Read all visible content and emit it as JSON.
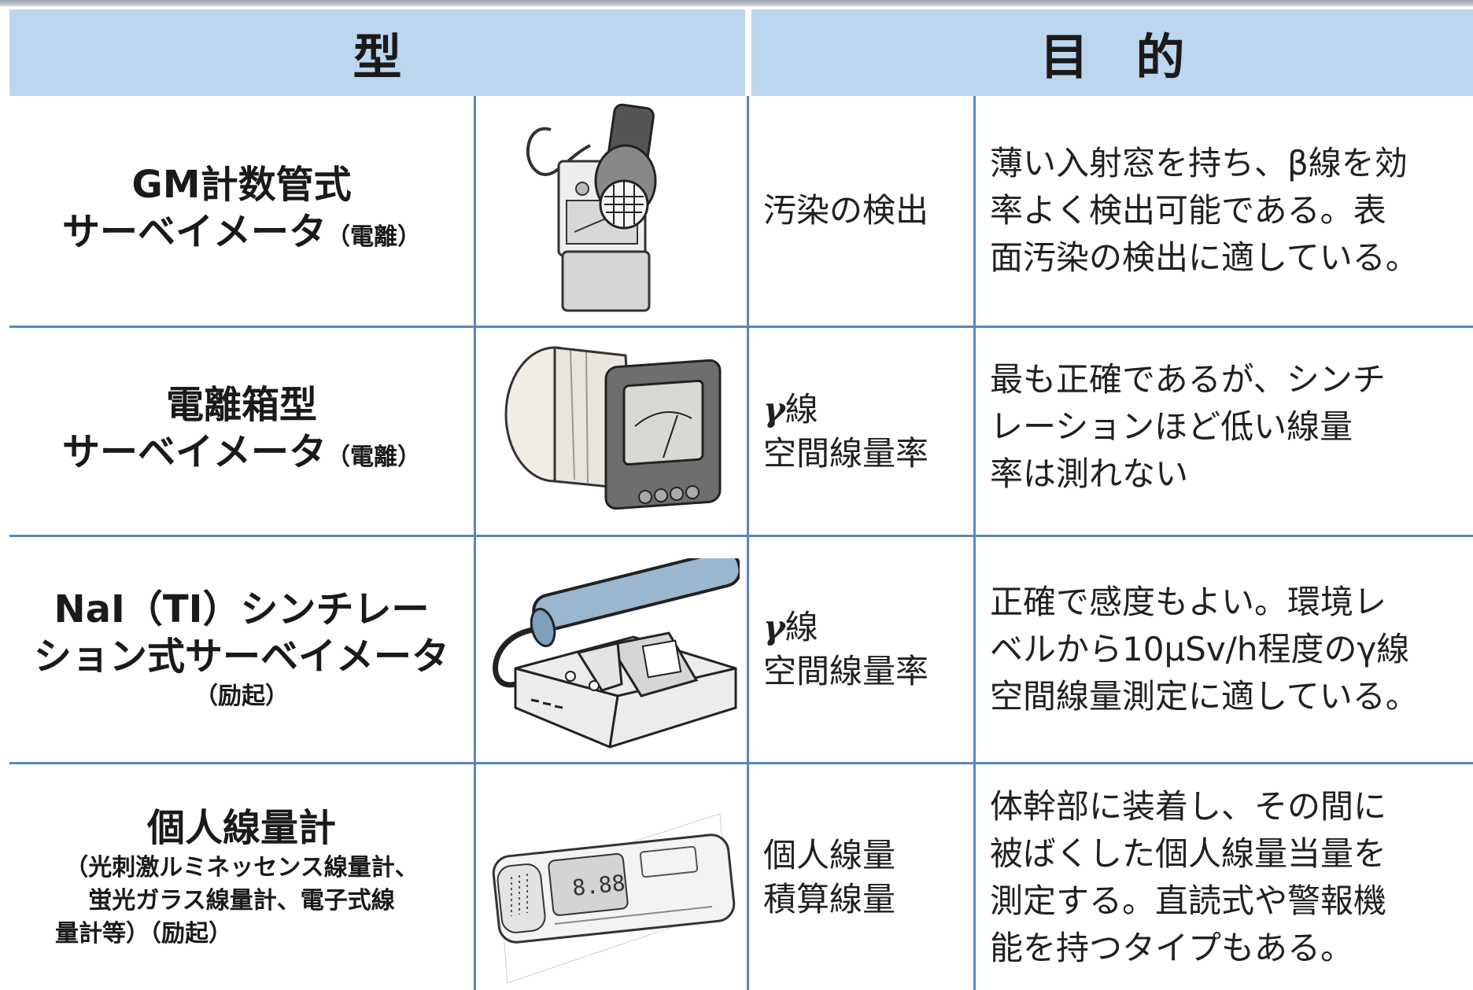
{
  "header": {
    "type_label": "型",
    "purpose_label": "目的"
  },
  "rows": [
    {
      "type_line1": "GM計数管式",
      "type_line2": "サーベイメータ",
      "mode": "（電離）",
      "target_line1": "汚染の検出",
      "desc_lines": [
        "薄い入射窓を持ち、β線を効",
        "率よく検出可能である。表",
        "面汚染の検出に適している。"
      ],
      "image_icon": "gm-survey-meter-icon"
    },
    {
      "type_line1": "電離箱型",
      "type_line2": "サーベイメータ",
      "mode": "（電離）",
      "target_gamma": "γ",
      "target_line1": "線",
      "target_line2": "空間線量率",
      "desc_lines": [
        "最も正確であるが、シンチ",
        "レーションほど低い線量",
        "率は測れない"
      ],
      "image_icon": "ionization-chamber-icon"
    },
    {
      "type_line1": "NaI（TI）シンチレー",
      "type_line2": "ション式サーベイメータ",
      "mode": "（励起）",
      "target_gamma": "γ",
      "target_line1": "線",
      "target_line2": "空間線量率",
      "desc_lines": [
        "正確で感度もよい。環境レ",
        "ベルから10μSv/h程度のγ線",
        "空間線量測定に適している。"
      ],
      "image_icon": "nai-scintillation-meter-icon"
    },
    {
      "type_line1": "個人線量計",
      "note_lines": [
        "（光刺激ルミネッセンス線量計、",
        "蛍光ガラス線量計、電子式線",
        "量計等）（励起）"
      ],
      "target_line1": "個人線量",
      "target_line2": "積算線量",
      "desc_lines": [
        "体幹部に装着し、その間に",
        "被ばくした個人線量当量を",
        "測定する。直読式や警報機",
        "能を持つタイプもある。"
      ],
      "display_reading": "8.88",
      "image_icon": "personal-dosimeter-icon"
    }
  ]
}
